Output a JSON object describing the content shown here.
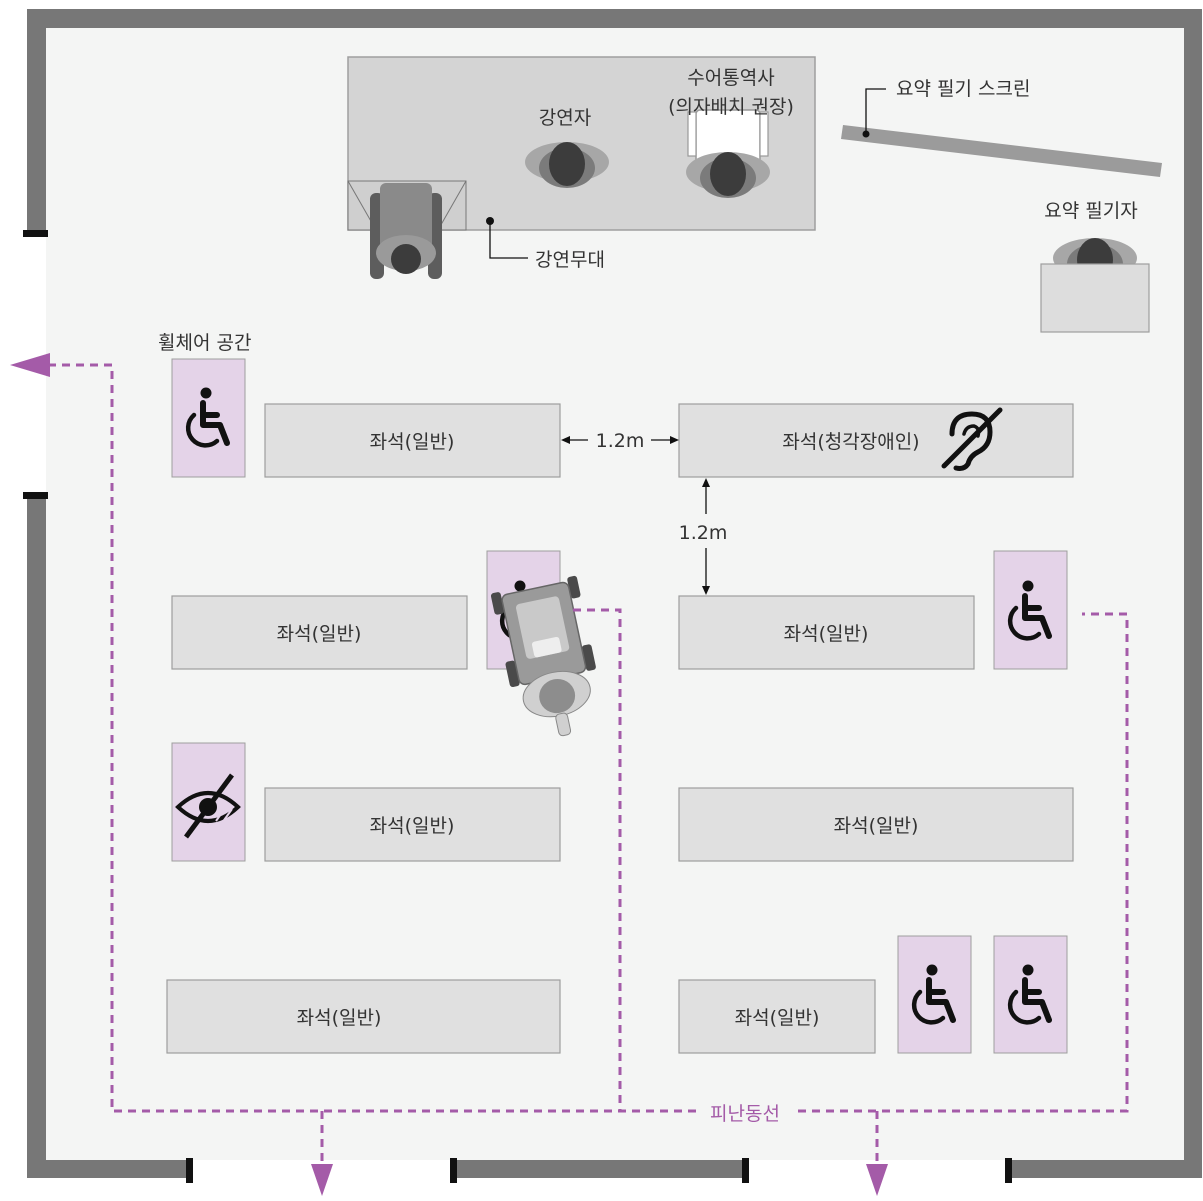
{
  "colors": {
    "wall": "#777777",
    "floor": "#f4f5f4",
    "seat_fill": "#e0e0e0",
    "seat_stroke": "#9e9e9e",
    "accessible_fill": "#e4d3e8",
    "evacuation": "#a45ba8",
    "stage_fill": "#d4d4d4",
    "text": "#333333"
  },
  "labels": {
    "stage": "강연무대",
    "speaker": "강연자",
    "interpreter_line1": "수어통역사",
    "interpreter_line2": "(의자배치 권장)",
    "screen": "요약 필기 스크린",
    "summary_writer": "요약 필기자",
    "wheelchair_space": "휠체어 공간",
    "evacuation": "피난동선",
    "gap_horizontal": "1.2m",
    "gap_vertical": "1.2m"
  },
  "seats": [
    "좌석(일반)",
    "좌석(청각장애인)",
    "좌석(일반)",
    "좌석(일반)",
    "좌석(일반)",
    "좌석(일반)",
    "좌석(일반)",
    "좌석(일반)"
  ],
  "icons": {
    "wheelchair": "wheelchair-icon",
    "hearing": "hearing-impaired-icon",
    "visual": "visually-impaired-icon",
    "person": "person-top-view-icon",
    "wheelchair_user": "wheelchair-user-top-view-icon",
    "exit_arrow": "exit-arrow-icon"
  }
}
